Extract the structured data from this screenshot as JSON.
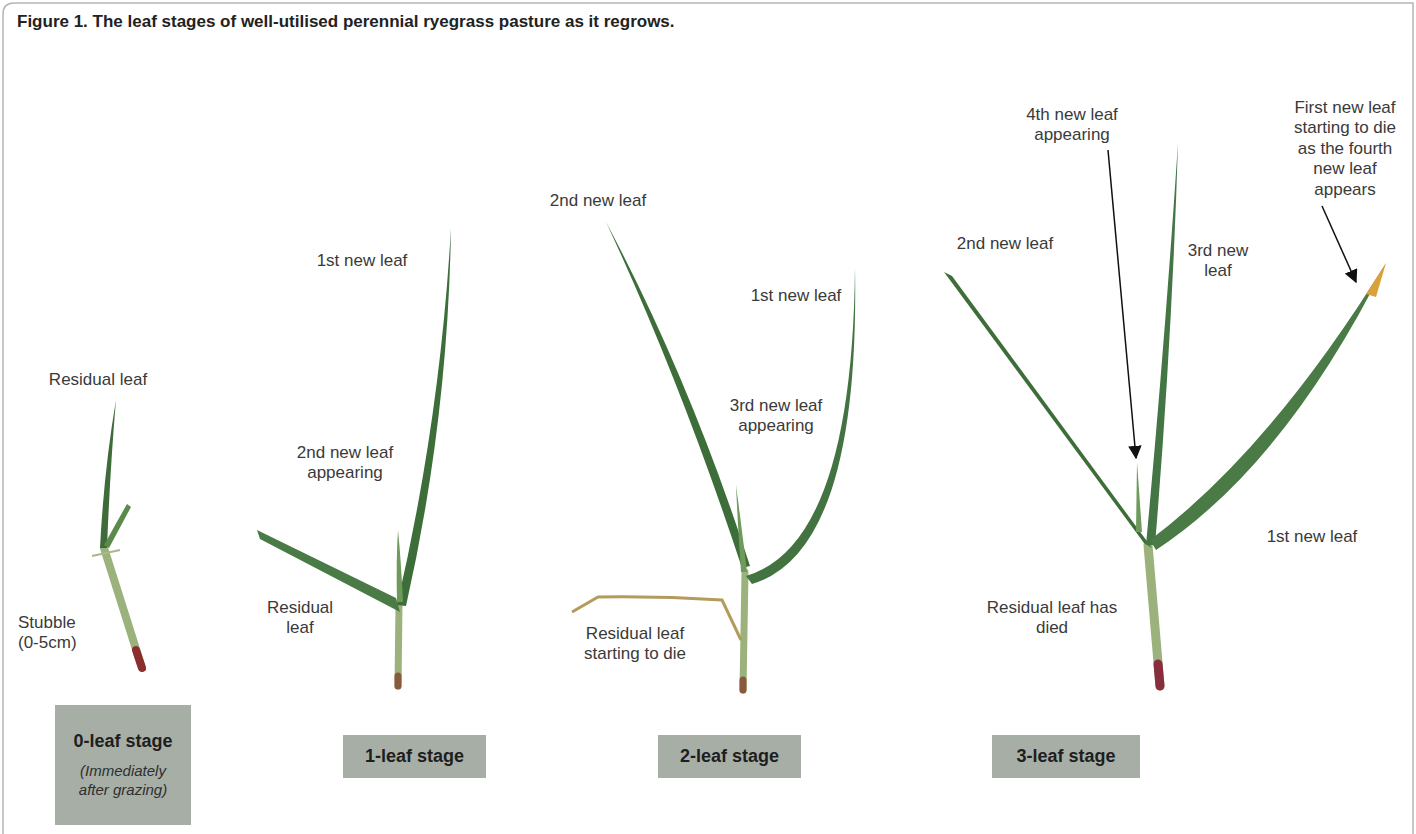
{
  "diagram": {
    "title": "Figure 1. The leaf stages of well-utilised perennial ryegrass pasture as it regrows.",
    "nodes": [
      {
        "text": [
          "0-leaf stage",
          "(Immediately after grazing)"
        ]
      },
      {
        "text": [
          "1-leaf stage"
        ]
      },
      {
        "text": [
          "2-leaf stage"
        ]
      },
      {
        "text": [
          "3-leaf stage"
        ]
      }
    ],
    "labels": [
      "Residual leaf",
      "Stubble (0-5cm)",
      "1st new leaf",
      "2nd new leaf appearing",
      "Residual leaf",
      "2nd new leaf",
      "1st new leaf",
      "3rd new leaf appearing",
      "Residual leaf starting to die",
      "4th new leaf appearing",
      "2nd new leaf",
      "3rd new leaf",
      "First new leaf starting to die as the fourth new leaf appears",
      "1st new leaf",
      "Residual leaf has died"
    ]
  }
}
